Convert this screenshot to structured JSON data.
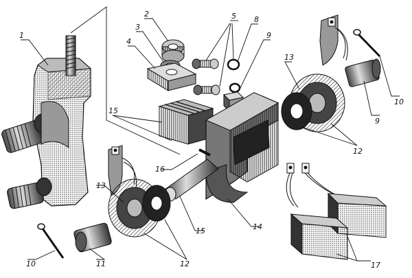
{
  "labels": {
    "l1": "1",
    "l2": "2",
    "l3": "3",
    "l4": "4",
    "l5": "5",
    "l8": "8",
    "l9_top": "9",
    "l9_right": "9",
    "l10_right": "10",
    "l10_left": "10",
    "l11": "11",
    "l12_right": "12",
    "l12_bottom": "12",
    "l13_right": "13",
    "l13_left": "13",
    "l14": "14",
    "l15_upper": "15",
    "l15_lower": "15",
    "l16": "16",
    "l17": "17"
  }
}
